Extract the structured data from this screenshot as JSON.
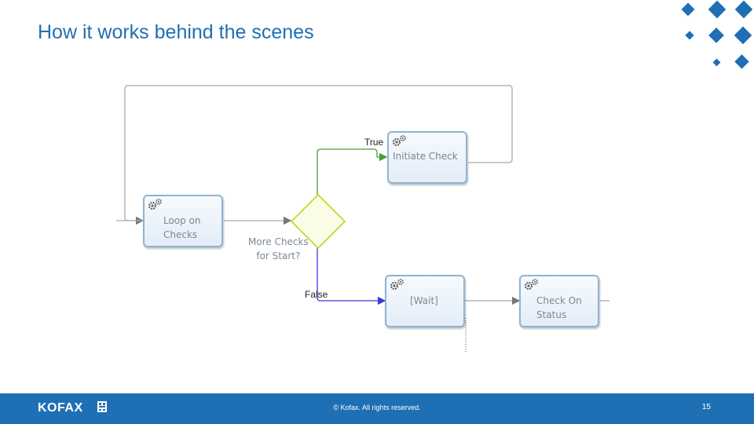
{
  "slide": {
    "title": "How it works behind the scenes",
    "accent_color": "#1f6fb5"
  },
  "diagram": {
    "nodes": {
      "loop": {
        "label": "Loop on\nChecks",
        "icon": "gears-icon"
      },
      "decision": {
        "label": "More Checks\nfor Start?",
        "color": "#c8dc3c"
      },
      "initiate": {
        "label": "Initiate Check",
        "icon": "gears-icon"
      },
      "wait": {
        "label": "[Wait]",
        "icon": "gears-icon"
      },
      "status": {
        "label": "Check On\nStatus",
        "icon": "gears-icon"
      }
    },
    "edges": {
      "true_label": "True",
      "false_label": "False",
      "true_color": "#4a9a3a",
      "false_color": "#3a3adc",
      "default_color": "#9a9a9a"
    }
  },
  "footer": {
    "logo": "KOFAX",
    "copyright": "© Kofax. All rights reserved.",
    "page": "15"
  }
}
